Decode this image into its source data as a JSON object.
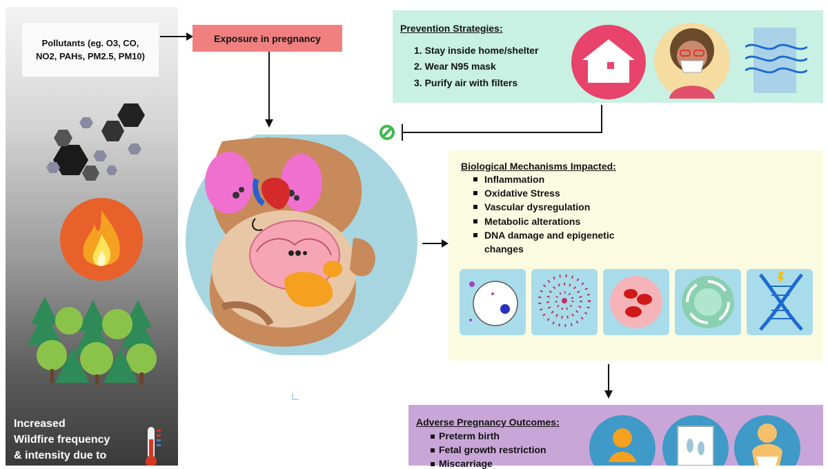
{
  "pollutants": {
    "text": "Pollutants (eg. O3, CO,\nNO2, PAHs, PM2.5, PM10)"
  },
  "exposure": {
    "label": "Exposure in pregnancy"
  },
  "wildfire": {
    "text": "Increased\nWildfire frequency\n& intensity due to"
  },
  "prevention": {
    "title": "Prevention Strategies:",
    "items": [
      "1. Stay inside home/shelter",
      "2. Wear N95 mask",
      "3. Purify air with filters"
    ]
  },
  "biological": {
    "title": "Biological Mechanisms Impacted:",
    "items": [
      "Inflammation",
      "Oxidative Stress",
      "Vascular dysregulation",
      "Metabolic alterations",
      "DNA damage and epigenetic",
      "changes"
    ]
  },
  "adverse": {
    "title": "Adverse Pregnancy Outcomes:",
    "items": [
      "Preterm birth",
      "Fetal growth restriction",
      "Miscarriage"
    ]
  },
  "colors": {
    "exposure_box": "#f08080",
    "prevention_box": "#c8f1e4",
    "biological_box": "#fbfbe2",
    "adverse_box": "#c9a6d8",
    "mechanism_tile": "#a9dcea"
  }
}
